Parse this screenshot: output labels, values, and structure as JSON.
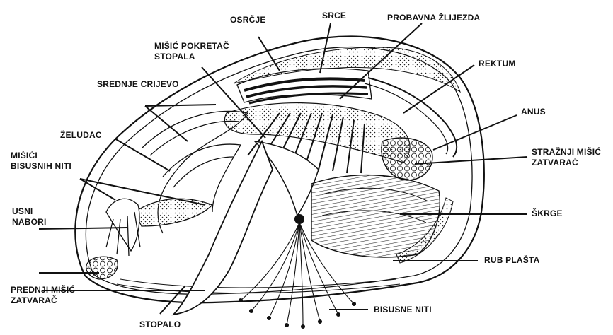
{
  "labels": {
    "osrcje": "OSRČJE",
    "srce": "SRCE",
    "probavna": "PROBAVNA ŽLIJEZDA",
    "misic_pokretac": "MIŠIĆ POKRETAČ\nSTOPALA",
    "rektum": "REKTUM",
    "srednje": "SREDNJE CRIJEVO",
    "anus": "ANUS",
    "zeludac": "ŽELUDAC",
    "straznji": "STRAŽNJI MIŠIĆ\nZATVARAČ",
    "bisusnih": "MIŠIĆI\nBISUSNIH NITI",
    "usni": "USNI\nNABORI",
    "skrge": "ŠKRGE",
    "rub": "RUB PLAŠTA",
    "prednji": "PREDNJI MIŠIĆ\nZATVARAČ",
    "bisusne": "BISUSNE NITI",
    "stopalo": "STOPALO"
  },
  "colors": {
    "ink": "#111111",
    "background": "#ffffff"
  }
}
